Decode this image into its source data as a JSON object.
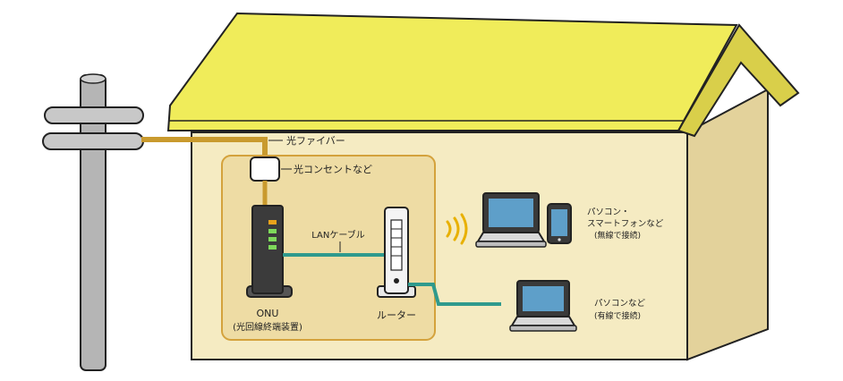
{
  "labels": {
    "fiber": "光ファイバー",
    "outlet": "光コンセントなど",
    "lan_cable": "LANケーブル",
    "onu_line1": "ONU",
    "onu_line2": "(光回線終端装置)",
    "router": "ルーター",
    "wireless_line1": "パソコン・",
    "wireless_line2": "スマートフォンなど",
    "wireless_line3": "(無線で接続)",
    "wired_line1": "パソコンなど",
    "wired_line2": "(有線で接続)"
  },
  "colors": {
    "roof": "#f0ec5a",
    "wall": "#f5ebc2",
    "wall_side": "#e3d29b",
    "inner_panel": "#eedca4",
    "fiber_cable": "#c99a2e",
    "lan_cable": "#2f9a8d",
    "onu_body": "#3b3b3b",
    "pole": "#b5b5b5",
    "screen": "#5e9fc9",
    "wifi": "#e8b000"
  }
}
